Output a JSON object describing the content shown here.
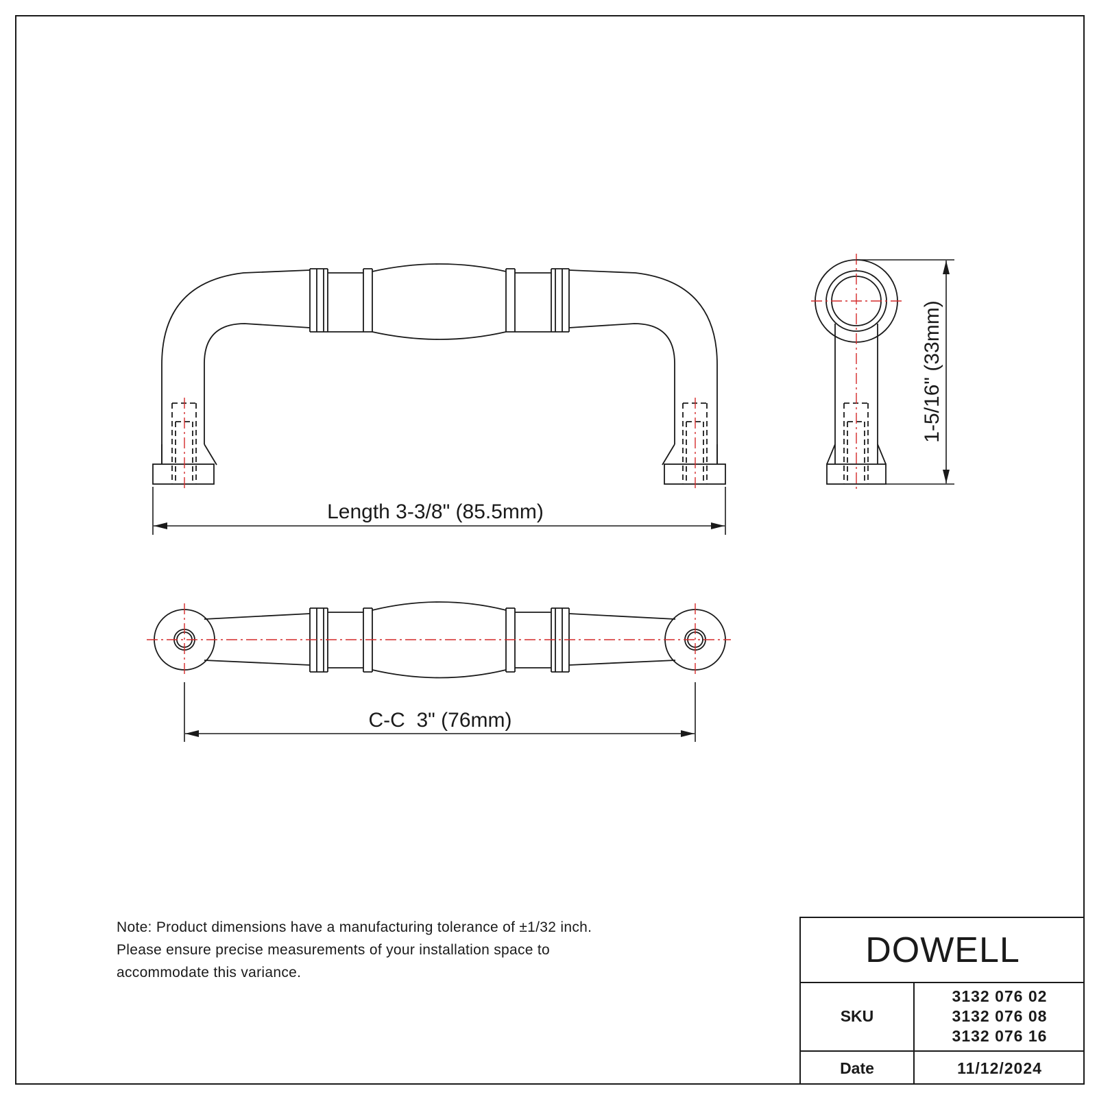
{
  "dimensions": {
    "length": "Length 3-3/8\" (85.5mm)",
    "center_to_center": "C-C  3\" (76mm)",
    "height": "1-5/16\" (33mm)"
  },
  "note": {
    "lines": [
      "Note: Product dimensions have a manufacturing tolerance of ±1/32 inch.",
      "Please ensure precise measurements of your installation space to",
      "accommodate this variance."
    ]
  },
  "title_block": {
    "logo_text": "DOWELL",
    "sku_label": "SKU",
    "sku_values": [
      "3132 076 02",
      "3132 076 08",
      "3132 076 16"
    ],
    "date_label": "Date",
    "date_value": "11/12/2024"
  },
  "colors": {
    "line": "#1a1a1a",
    "centerline": "#d42a2a"
  }
}
